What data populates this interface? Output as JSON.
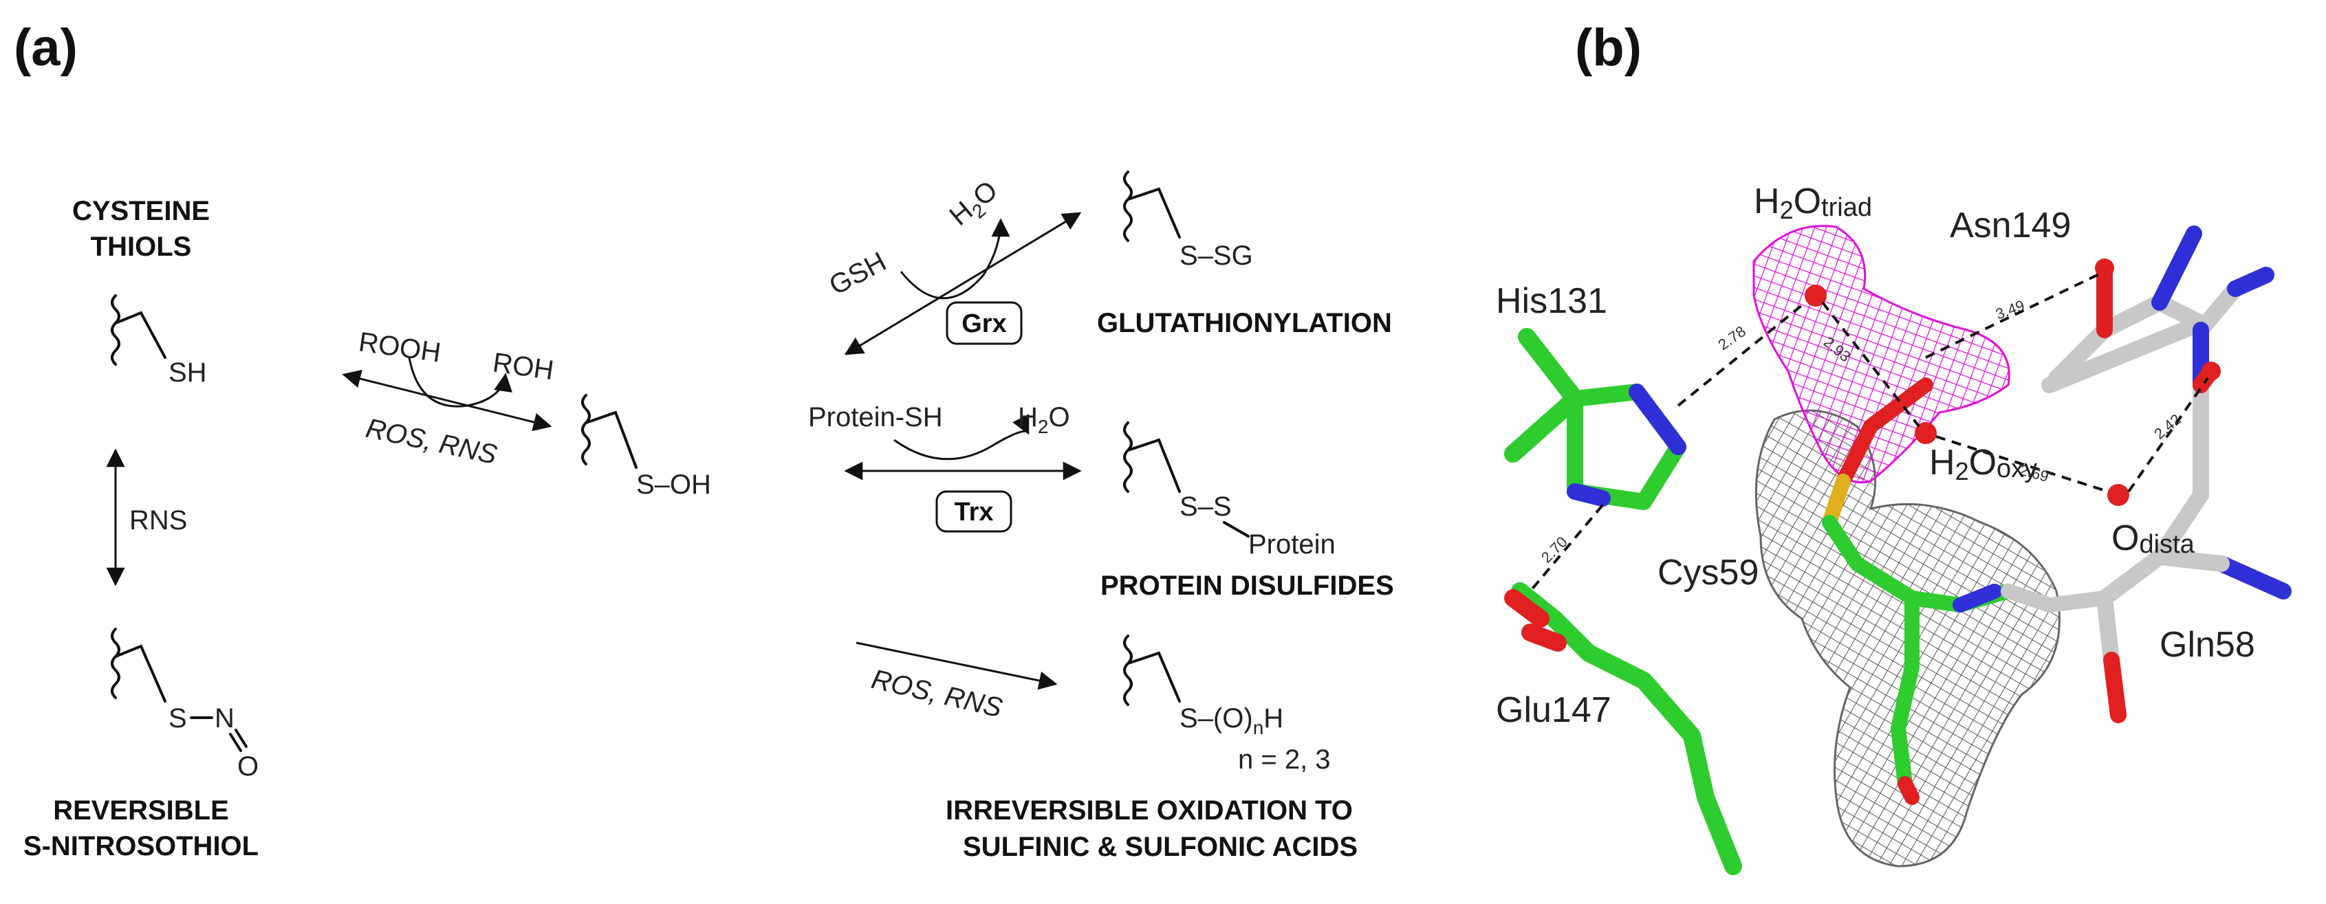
{
  "panel_a": {
    "label": "(a)",
    "cys_thiol": {
      "title1": "CYSTEINE",
      "title2": "THIOLS",
      "group": "SH"
    },
    "ros_rns": {
      "rooh": "ROOH",
      "roh": "ROH",
      "bottom": "ROS, RNS"
    },
    "sulfenic": {
      "group": "S–OH"
    },
    "rns_label": "RNS",
    "nitrosothiol": {
      "group_s": "S",
      "group_n": "N",
      "group_o": "O",
      "title1": "REVERSIBLE",
      "title2": "S-NITROSOTHIOL"
    },
    "glutathionylation": {
      "gsh": "GSH",
      "h2o": "H",
      "h2o_sub": "2",
      "h2o_o": "O",
      "enzyme": "Grx",
      "group": "S–SG",
      "title": "GLUTATHIONYLATION"
    },
    "disulfide": {
      "protein_sh": "Protein-SH",
      "h2o": "H",
      "h2o_sub": "2",
      "h2o_o": "O",
      "enzyme": "Trx",
      "group": "S–S",
      "protein": "Protein",
      "title": "PROTEIN DISULFIDES"
    },
    "irreversible": {
      "ros_rns": "ROS, RNS",
      "group": "S–(O)",
      "group_sub": "n",
      "group_h": "H",
      "n_values": "n = 2, 3",
      "title1": "IRREVERSIBLE OXIDATION TO",
      "title2": "SULFINIC & SULFONIC ACIDS"
    }
  },
  "panel_b": {
    "label": "(b)",
    "residues": {
      "his131": "His131",
      "asn149": "Asn149",
      "cys59": "Cys59",
      "gln58": "Gln58",
      "glu147": "Glu147"
    },
    "waters": {
      "triad_h": "H",
      "triad_sub2": "2",
      "triad_o": "O",
      "triad_sub": "triad",
      "oxy_h": "H",
      "oxy_sub2": "2",
      "oxy_o": "O",
      "oxy_sub": "oxy",
      "distal_o": "O",
      "distal_sub": "dista"
    },
    "distances": [
      "2.78",
      "2.93",
      "3.49",
      "2.42",
      "2.69",
      "2.70"
    ],
    "colors": {
      "carbon_green": "#2ecc2e",
      "carbon_grey": "#c8c8c8",
      "nitrogen": "#2f2fd8",
      "oxygen": "#e02020",
      "sulfur": "#e0b020",
      "mesh_magenta": "#e010e0",
      "mesh_grey": "#555555"
    }
  }
}
